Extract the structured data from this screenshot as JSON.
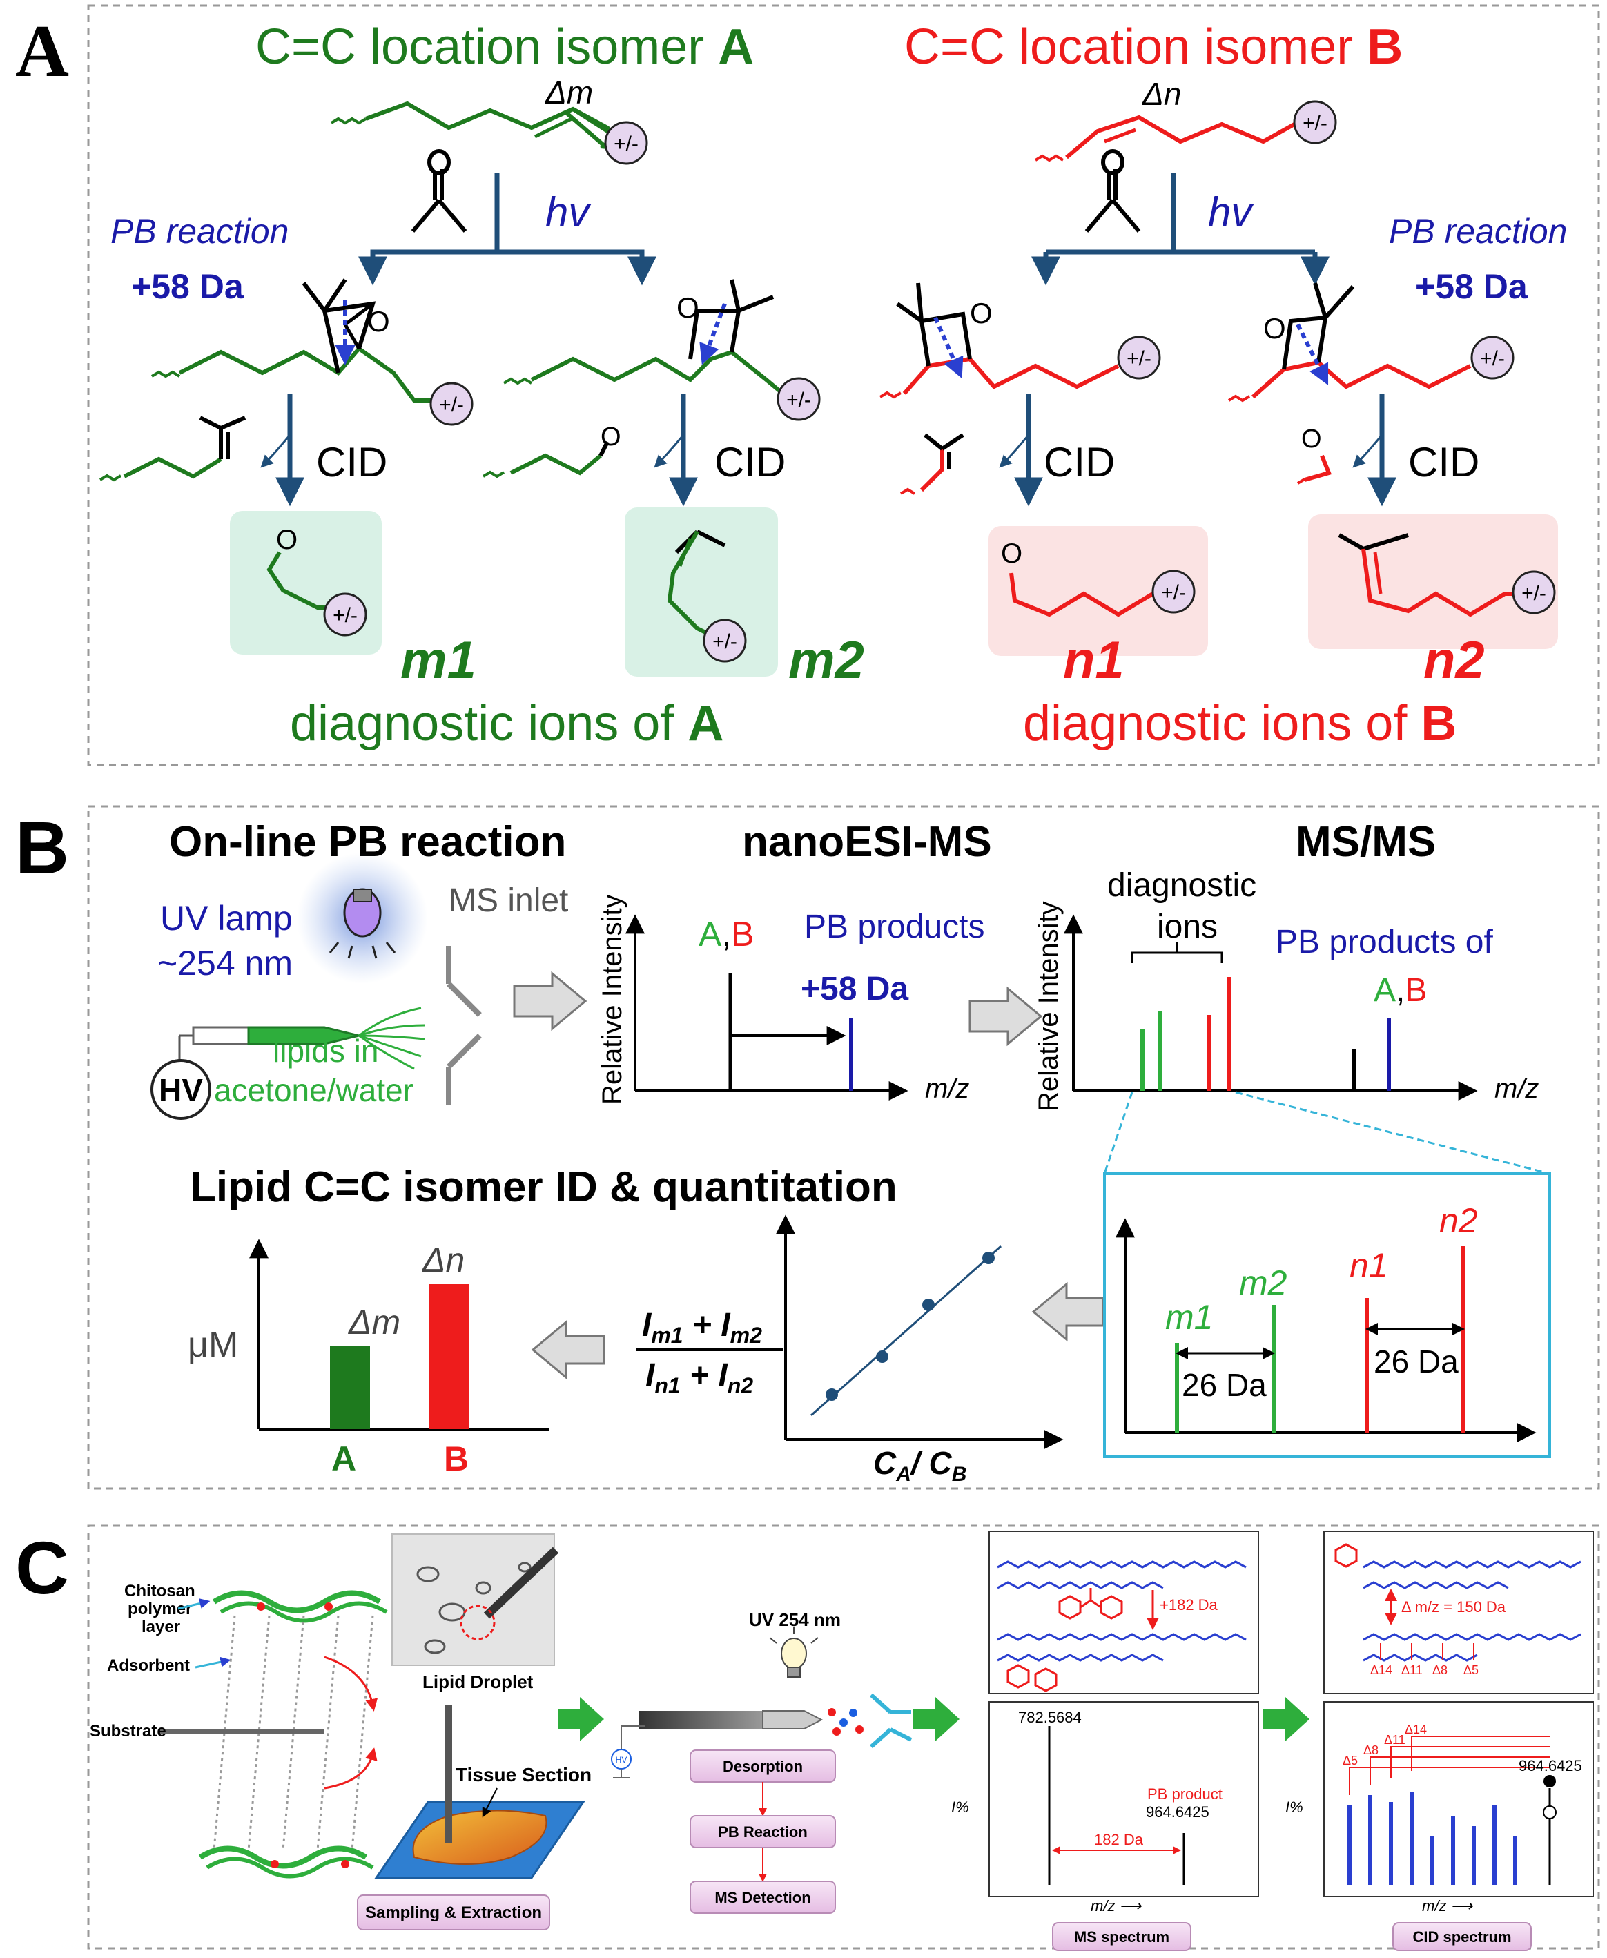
{
  "colors": {
    "green": "#1e7a1e",
    "red": "#ee1c1c",
    "blue": "#1a1aa8",
    "navy": "#1f4e79",
    "cyan": "#35b4d8",
    "brightgreen": "#2eae3c"
  },
  "panelA": {
    "label": "A",
    "titleA_prefix": "C=C location isomer ",
    "titleA_bold": "A",
    "titleB_prefix": "C=C location isomer ",
    "titleB_bold": "B",
    "delta_m": "Δm",
    "delta_n": "Δn",
    "charge": "+/-",
    "hv": "hv",
    "pb_reaction": "PB reaction",
    "plus58": "+58 Da",
    "cid": "CID",
    "m1": "m1",
    "m2": "m2",
    "n1": "n1",
    "n2": "n2",
    "diagA_prefix": "diagnostic ions of ",
    "diagA_bold": "A",
    "diagB_prefix": "diagnostic ions of ",
    "diagB_bold": "B"
  },
  "panelB": {
    "label": "B",
    "online_title": "On-line PB reaction",
    "uv_lamp": "UV lamp",
    "uv_nm": "~254 nm",
    "ms_inlet": "MS inlet",
    "lipids1": "lipids in",
    "lipids2": "acetone/water",
    "hv_label": "HV",
    "nanoesi_title": "nanoESI-MS",
    "ylabel": "Relative Intensity",
    "xlabel": "m/z",
    "ab_A": "A",
    "ab_comma": ",",
    "ab_B": "B",
    "pb_products": "PB products",
    "plus58": "+58 Da",
    "msms_title": "MS/MS",
    "diagnostic": "diagnostic",
    "ions": "ions",
    "pb_products_of": "PB products of",
    "quant_title": "Lipid C=C isomer ID & quantitation",
    "uM": "μM",
    "bar_dm": "Δm",
    "bar_dn": "Δn",
    "bar_A": "A",
    "bar_B": "B",
    "ratio_num": "I_m1 + I_m2",
    "ratio_den": "I_n1 + I_n2",
    "calib_x": "C_A / C_B",
    "zoom_m1": "m1",
    "zoom_m2": "m2",
    "zoom_n1": "n1",
    "zoom_n2": "n2",
    "da26_left": "26 Da",
    "da26_right": "26 Da"
  },
  "panelC": {
    "label": "C",
    "chitosan1": "Chitosan",
    "chitosan2": "polymer",
    "chitosan3": "layer",
    "adsorbent": "Adsorbent",
    "substrate": "Substrate",
    "lipid_droplet": "Lipid Droplet",
    "tissue_section": "Tissue Section",
    "sampling": "Sampling & Extraction",
    "uv254": "UV 254 nm",
    "hv_small": "HV",
    "desorption": "Desorption",
    "pb_reaction": "PB Reaction",
    "ms_detection": "MS Detection",
    "plus182": "+182 Da",
    "dmz150": "Δ m/z = 150 Da",
    "deltas": [
      "Δ14",
      "Δ11",
      "Δ8",
      "Δ5"
    ],
    "peak782": "782.5684",
    "pb_product": "PB product",
    "peak964": "964.6425",
    "da182": "182 Da",
    "iperc": "I%",
    "mz_arrow": "m/z ⟶",
    "ms_spectrum": "MS spectrum",
    "cid_deltas": [
      "Δ5",
      "Δ8",
      "Δ11",
      "Δ14"
    ],
    "peak964b": "964.6425",
    "cid_spectrum": "CID spectrum"
  },
  "chart_data": {
    "type": "bar",
    "categories": [
      "A",
      "B"
    ],
    "series": [
      {
        "name": "",
        "values": [
          4,
          7
        ]
      }
    ],
    "ylabel": "μM",
    "annotations": [
      "Δm",
      "Δn"
    ]
  }
}
